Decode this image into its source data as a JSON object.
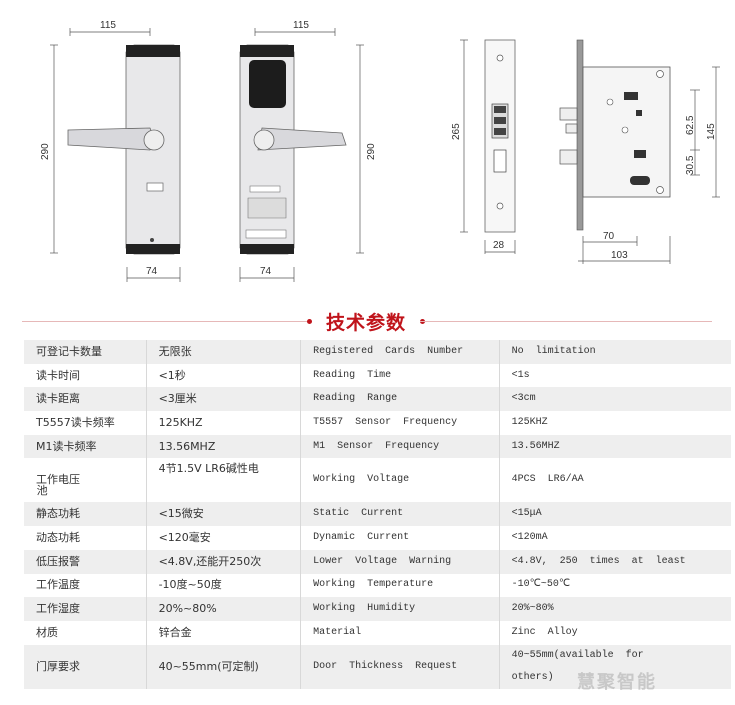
{
  "drawings": {
    "front_view": {
      "width_top": "115",
      "height": "290",
      "width_bottom": "74"
    },
    "back_view": {
      "width_top": "115",
      "height": "290",
      "width_bottom": "74"
    },
    "faceplate": {
      "height": "265",
      "width": "28"
    },
    "mortise": {
      "dim1": "62.5",
      "dim2": "145",
      "dim3": "30.5",
      "backset": "70",
      "width": "103"
    }
  },
  "section_title": "技术参数",
  "specs": [
    {
      "cn_label": "可登记卡数量",
      "cn_value": "无限张",
      "en_label": "Registered Cards Number",
      "en_value": "No limitation"
    },
    {
      "cn_label": "读卡时间",
      "cn_value": "<1秒",
      "en_label": "Reading Time",
      "en_value": "<1s"
    },
    {
      "cn_label": "读卡距离",
      "cn_value": "<3厘米",
      "en_label": "Reading Range",
      "en_value": "<3cm"
    },
    {
      "cn_label": "T5557读卡频率",
      "cn_value": "125KHZ",
      "en_label": "T5557 Sensor Frequency",
      "en_value": "125KHZ"
    },
    {
      "cn_label": "M1读卡频率",
      "cn_value": "13.56MHZ",
      "en_label": "M1 Sensor Frequency",
      "en_value": "13.56MHZ"
    },
    {
      "cn_label": "工作电压",
      "cn_value": "4节1.5V LR6碱性电",
      "cn_value_cont": "池",
      "en_label": "Working Voltage",
      "en_value": "4PCS LR6/AA"
    },
    {
      "cn_label": "静态功耗",
      "cn_value": "<15微安",
      "en_label": "Static Current",
      "en_value": "<15μA"
    },
    {
      "cn_label": "动态功耗",
      "cn_value": "<120毫安",
      "en_label": "Dynamic Current",
      "en_value": "<120mA"
    },
    {
      "cn_label": "低压报警",
      "cn_value": "<4.8V,还能开250次",
      "en_label": "Lower Voltage Warning",
      "en_value": "<4.8V, 250 times at least"
    },
    {
      "cn_label": "工作温度",
      "cn_value": "-10度~50度",
      "en_label": "Working Temperature",
      "en_value": "-10℃~50℃"
    },
    {
      "cn_label": "工作湿度",
      "cn_value": "20%~80%",
      "en_label": "Working Humidity",
      "en_value": "20%~80%"
    },
    {
      "cn_label": "材质",
      "cn_value": "锌合金",
      "en_label": "Material",
      "en_value": "Zinc Alloy"
    },
    {
      "cn_label": "门厚要求",
      "cn_value": "40~55mm(可定制)",
      "en_label": "Door Thickness Request",
      "en_value": "40~55mm(available for",
      "en_value_cont": "others)"
    }
  ],
  "watermark": "慧聚智能"
}
